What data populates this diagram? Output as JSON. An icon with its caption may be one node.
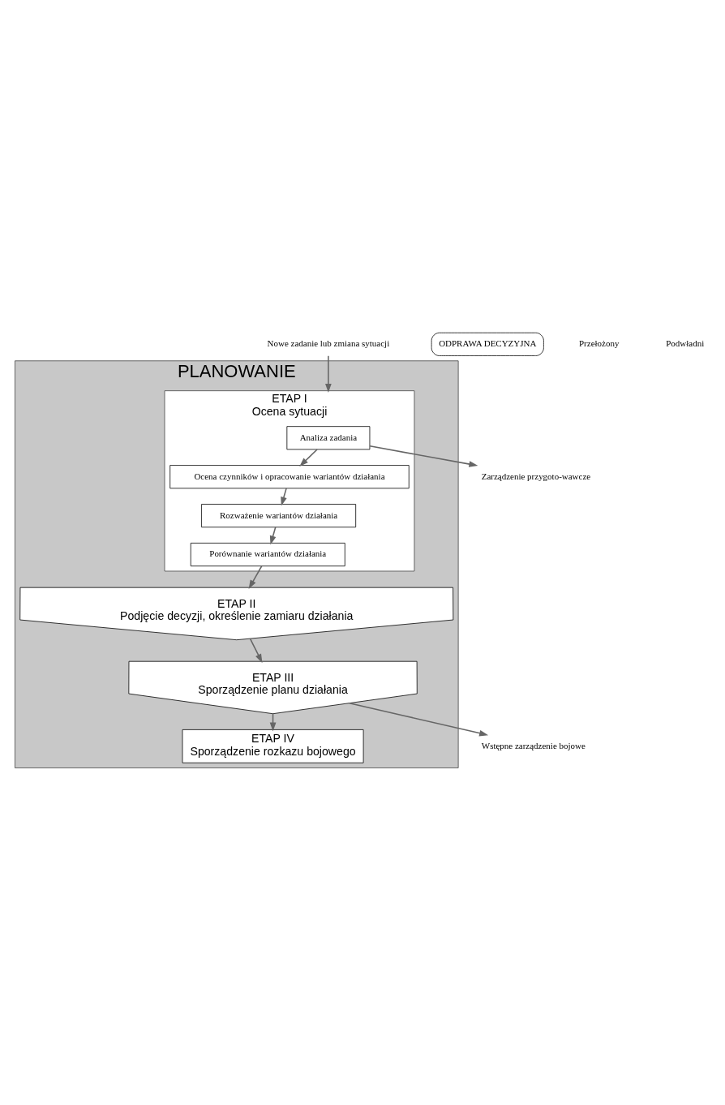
{
  "diagram": {
    "nodes": [
      {
        "text": [
          "PLANOWANIE"
        ]
      },
      {
        "text": [
          "ETAP I",
          "Ocena sytuacji"
        ],
        "in": 0
      },
      {
        "text": [
          "Analiza zadania"
        ],
        "in": 1
      },
      {
        "text": [
          "Ocena czynników i opracowanie wariantów działania"
        ],
        "in": 1
      },
      {
        "text": [
          "Rozważenie wariantów działania"
        ],
        "in": 1
      },
      {
        "text": [
          "Porównanie wariantów działania"
        ],
        "in": 1
      },
      {
        "text": [
          "ETAP II",
          "Podjęcie decyzji, określenie zamiaru działania"
        ],
        "in": 0
      },
      {
        "text": [
          "ETAP III",
          "Sporządzenie planu działania"
        ],
        "in": 0
      },
      {
        "text": [
          "ETAP IV",
          "Sporządzenie rozkazu bojowego"
        ],
        "in": 0
      },
      {
        "text": [
          "ODPRAWA DECYZYJNA"
        ]
      },
      {
        "text": [
          "Nowe zadanie lub zmiana sytuacji"
        ]
      },
      {
        "text": [
          "Zarządzenie przygoto-wawcze"
        ]
      },
      {
        "text": [
          "Wstępne zarządzenie bojowe"
        ]
      }
    ],
    "edges": [
      {
        "from": 10,
        "to": 1,
        "arrow": "to"
      },
      {
        "from": 2,
        "to": 11,
        "arrow": "to"
      },
      {
        "from": 2,
        "to": 3,
        "arrow": "to"
      },
      {
        "from": 3,
        "to": 4,
        "arrow": "to"
      },
      {
        "from": 4,
        "to": 5,
        "arrow": "to"
      },
      {
        "from": 5,
        "to": 6,
        "arrow": "to"
      },
      {
        "from": 6,
        "to": 7,
        "arrow": "to"
      },
      {
        "from": 7,
        "to": 8,
        "arrow": "to"
      },
      {
        "from": 7,
        "to": 12,
        "arrow": "to"
      }
    ],
    "labels": [
      "Przełożony",
      "Podwładni"
    ]
  }
}
